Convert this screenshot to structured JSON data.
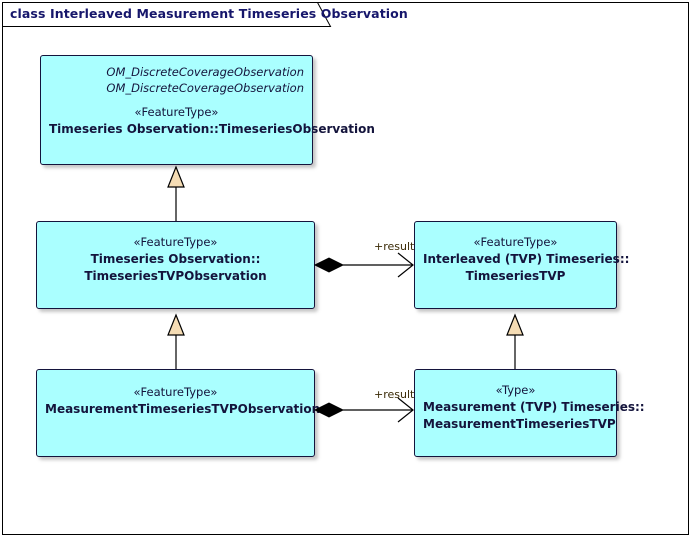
{
  "diagram": {
    "title": "class Interleaved Measurement Timeseries Observation",
    "frame_border_color": "#000000",
    "background_color": "#ffffff",
    "class_fill_color": "#aaffff",
    "class_border_color": "#14143c",
    "generalization_fill_color": "#f5dcb4",
    "title_text_color": "#16166b",
    "edge_label_color": "#3a2a06"
  },
  "classes": {
    "timeseries_observation": {
      "attributes": [
        "OM_DiscreteCoverageObservation",
        "OM_DiscreteCoverageObservation"
      ],
      "stereotype": "«FeatureType»",
      "name_lines": [
        "Timeseries Observation::TimeseriesObservation"
      ]
    },
    "timeseries_tvp_observation": {
      "stereotype": "«FeatureType»",
      "name_lines": [
        "Timeseries Observation::",
        "TimeseriesTVPObservation"
      ]
    },
    "timeseries_tvp": {
      "stereotype": "«FeatureType»",
      "name_lines": [
        "Interleaved (TVP) Timeseries::",
        "TimeseriesTVP"
      ]
    },
    "measurement_timeseries_tvp_observation": {
      "stereotype": "«FeatureType»",
      "name_lines": [
        "MeasurementTimeseriesTVPObservation"
      ]
    },
    "measurement_timeseries_tvp": {
      "stereotype": "«Type»",
      "name_lines": [
        "Measurement (TVP) Timeseries::",
        "MeasurementTimeseriesTVP"
      ]
    }
  },
  "connectors": {
    "composition_top_label": "+result",
    "composition_bottom_label": "+result"
  }
}
